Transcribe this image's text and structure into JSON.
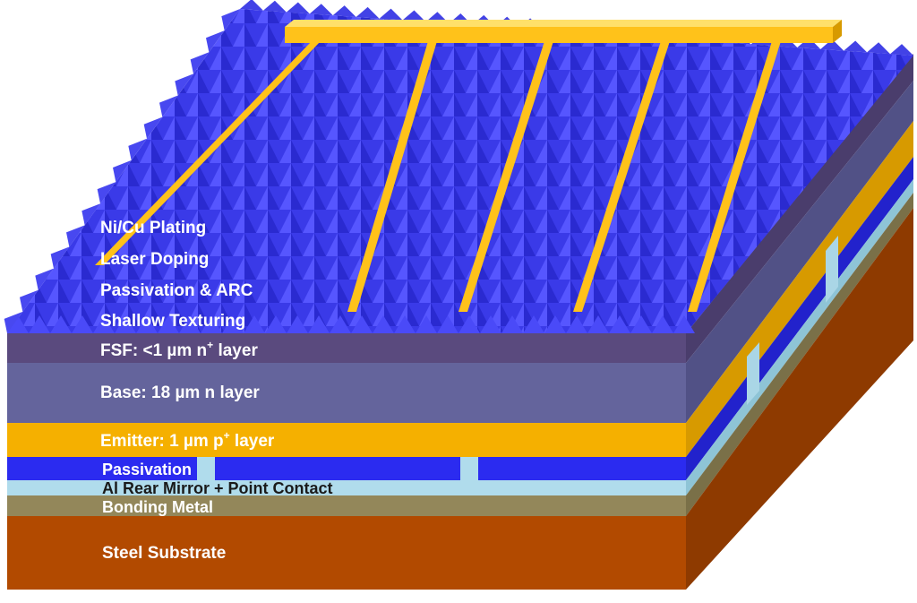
{
  "labels": {
    "ni_cu_plating": "Ni/Cu Plating",
    "laser_doping": "Laser Doping",
    "passivation_arc": "Passivation & ARC",
    "shallow_texturing": "Shallow Texturing",
    "fsf_prefix": "FSF:  <1 µm n",
    "fsf_sup": "+",
    "fsf_suffix": " layer",
    "base": "Base: 18 µm n layer",
    "emitter_prefix": "Emitter: 1 µm p",
    "emitter_sup": "+",
    "emitter_suffix": " layer",
    "passivation": "Passivation",
    "al_rear_mirror": "Al Rear Mirror + Point Contact",
    "bonding_metal": "Bonding Metal",
    "steel_substrate": "Steel Substrate"
  },
  "colors": {
    "texture": "#3b3bf0",
    "texture_dark": "#2424b8",
    "busbar": "#ffc21a",
    "fsf": "#5a4a7e",
    "base": "#64649c",
    "emitter": "#f5b000",
    "passivation": "#2b2bf0",
    "mirror": "#b0dcec",
    "bonding": "#93875a",
    "steel": "#b24a00",
    "label_text": "#ffffff"
  }
}
